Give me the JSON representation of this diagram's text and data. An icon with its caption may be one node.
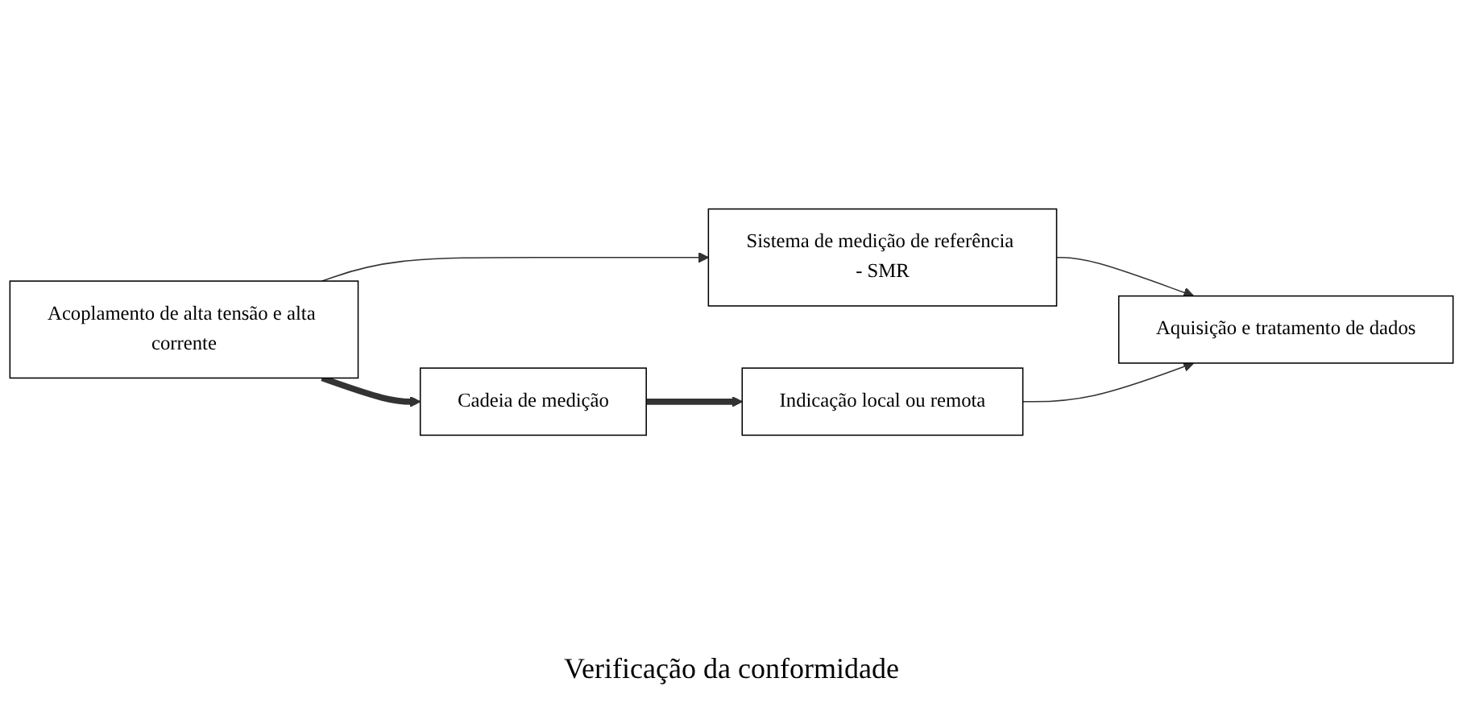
{
  "diagram": {
    "nodes": [
      {
        "text": [
          "Acoplamento de alta tensão e alta corrente"
        ]
      },
      {
        "text": [
          "Cadeia de medição"
        ]
      },
      {
        "text": [
          "Indicação local ou remota"
        ]
      },
      {
        "text": [
          "Sistema de medição de referência - SMR"
        ]
      },
      {
        "text": [
          "Aquisição e tratamento de dados"
        ]
      }
    ],
    "edges": [
      {
        "from": 0,
        "to": 1,
        "arrow": "to",
        "style": "thick"
      },
      {
        "from": 1,
        "to": 2,
        "arrow": "to",
        "style": "thick"
      },
      {
        "from": 0,
        "to": 3,
        "arrow": "to"
      },
      {
        "from": 3,
        "to": 4,
        "arrow": "to"
      },
      {
        "from": 2,
        "to": 4,
        "arrow": "to"
      }
    ],
    "labels": [
      "Verificação da conformidade"
    ]
  }
}
